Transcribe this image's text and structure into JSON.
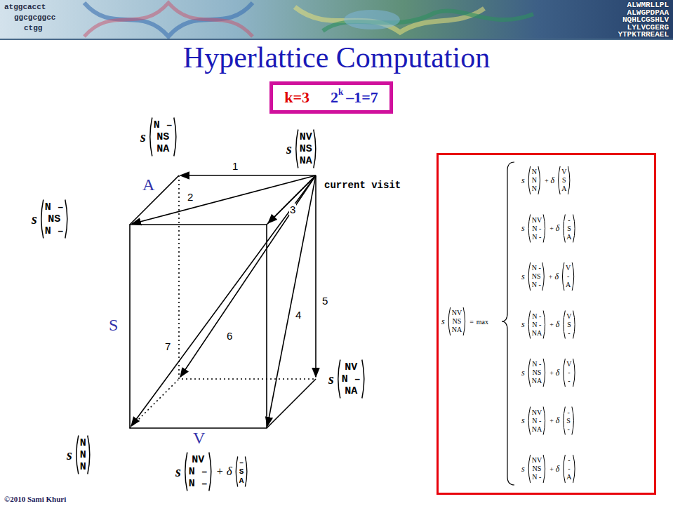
{
  "diagram": {
    "title": "Hyperlattice Computation",
    "nodes": [
      {
        "text": [
          "k=3",
          "2",
          "k",
          "–1=7"
        ]
      },
      {
        "text": [
          "s",
          "NV",
          "NS",
          "NA",
          "=",
          "max",
          "s",
          "N",
          "N",
          "N",
          "+",
          "δ",
          "V",
          "S",
          "A",
          "s",
          "NV",
          "N -",
          "N -",
          "+",
          "δ",
          "-",
          "S",
          "A",
          "s",
          "N -",
          "NS",
          "N -",
          "+",
          "δ",
          "V",
          "-",
          "A",
          "s",
          "N -",
          "N -",
          "NA",
          "+",
          "δ",
          "V",
          "S",
          "-",
          "s",
          "N -",
          "NS",
          "NA",
          "+",
          "δ",
          "V",
          "-",
          "-",
          "s",
          "NV",
          "N -",
          "NA",
          "+",
          "δ",
          "-",
          "S",
          "-",
          "s",
          "NV",
          "NS",
          "N -",
          "+",
          "δ",
          "-",
          "-",
          "A"
        ]
      }
    ],
    "labels": [
      "ALWMRLLPL",
      "ALWGPDPAA",
      "NQHLCGSHLV",
      "LYLVCGERG",
      "YTPKTRREAEL",
      "atggcacct",
      "ggcgcggcc",
      "ctgg",
      "s",
      "N –",
      "NS",
      "NA",
      "s",
      "NV",
      "NS",
      "NA",
      "current visit",
      "s",
      "N –",
      "NS",
      "N –",
      "A",
      "1",
      "2",
      "3",
      "S",
      "5",
      "6",
      "4",
      "7",
      "V",
      "s",
      "NV",
      "N –",
      "NA",
      "s",
      "N",
      "N",
      "N",
      "s",
      "NV",
      "N –",
      "N –",
      "+",
      "δ",
      "–",
      "S",
      "A",
      "©2010 Sami Khuri"
    ]
  }
}
